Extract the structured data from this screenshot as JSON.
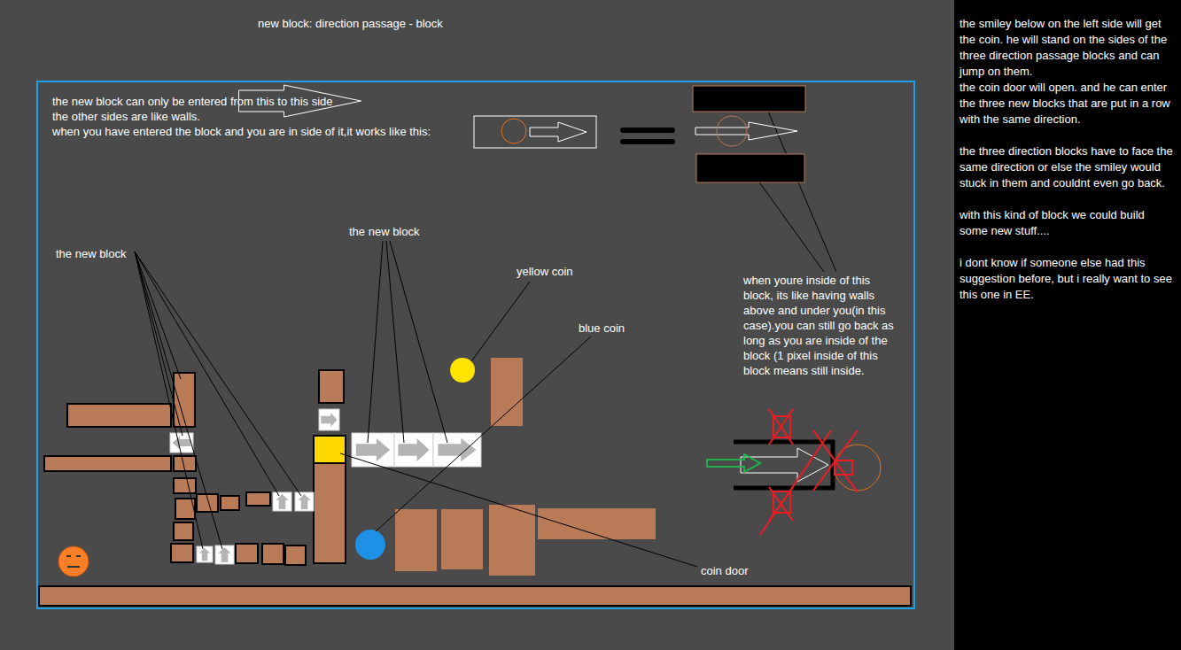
{
  "diagram": {
    "title": "new block: direction passage - block",
    "nodes": [
      {
        "text": [
          "the smiley below on the left side will get the coin. he will stand on the sides of the three direction passage blocks and can jump on them.",
          "the coin door will open. and he can enter the three new blocks that are put in a row with the same direction.",
          "the three direction blocks have to face the same direction or else the smiley would stuck in them and couldnt even go back.",
          "with this kind of block we could build some new stuff....",
          "i dont know if someone else had this suggestion before, but i really want to see this one in EE."
        ]
      }
    ],
    "labels": [
      "the new block can only be entered from this to this side",
      "the other sides are like walls.",
      "when you have entered the block and you are in side of it,it works like this:",
      "the new block",
      "the new block",
      "yellow coin",
      "blue coin",
      "coin door",
      "when youre inside of this block, its like having walls above and under you(in this case).you can still go back as long as you are inside of the block (1 pixel inside of this block means still inside."
    ]
  }
}
